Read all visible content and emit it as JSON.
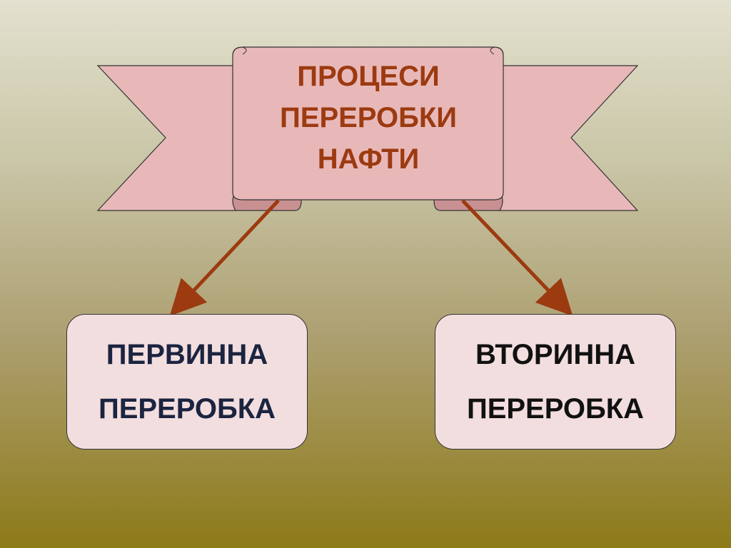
{
  "banner": {
    "title_lines": [
      "ПРОЦЕСИ",
      "ПЕРЕРОБКИ",
      "НАФТИ"
    ]
  },
  "boxes": {
    "primary": {
      "lines": [
        "ПЕРВИННА",
        "ПЕРЕРОБКА"
      ]
    },
    "secondary": {
      "lines": [
        "ВТОРИННА",
        "ПЕРЕРОБКА"
      ]
    }
  },
  "colors": {
    "banner_fill": "#e8b8b9",
    "banner_fold": "#c99092",
    "title_text": "#9c3a10",
    "box_fill": "#f3dedf",
    "arrow": "#9c3a10"
  },
  "icons": {
    "connector": "arrow-down-left, arrow-down-right"
  }
}
